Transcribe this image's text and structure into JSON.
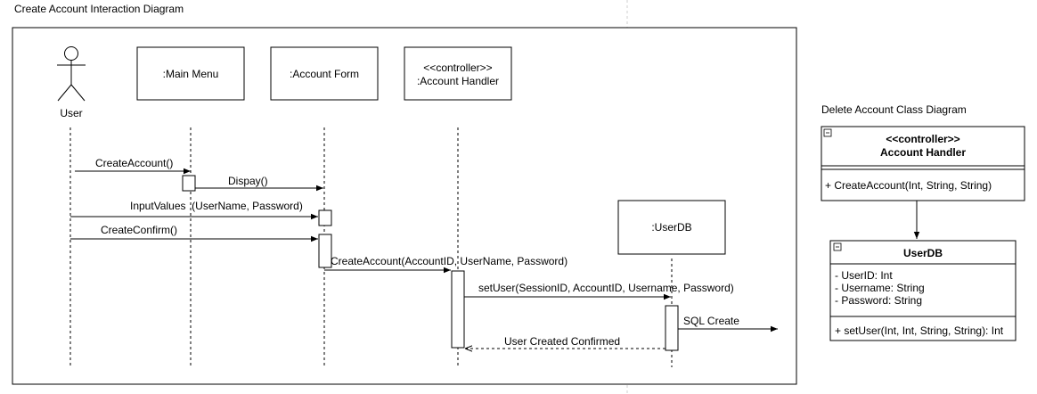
{
  "sequence": {
    "title": "Create Account Interaction Diagram",
    "actor": {
      "label": "User"
    },
    "lifelines": [
      {
        "id": "main_menu",
        "label": ":Main Menu"
      },
      {
        "id": "account_form",
        "label": ":Account Form"
      },
      {
        "id": "account_handler",
        "stereotype": "<<controller>>",
        "label": ":Account Handler"
      },
      {
        "id": "user_db",
        "label": ":UserDB"
      }
    ],
    "messages": [
      {
        "label": "CreateAccount()",
        "from": "User",
        "to": ":Main Menu",
        "kind": "sync"
      },
      {
        "label": "Dispay()",
        "from": ":Main Menu",
        "to": ":Account Form",
        "kind": "sync"
      },
      {
        "label": "InputValues  (UserName, Password)",
        "from": "User",
        "to": ":Account Form",
        "kind": "sync"
      },
      {
        "label": "CreateConfirm()",
        "from": "User",
        "to": ":Account Form",
        "kind": "sync"
      },
      {
        "label": "CreateAccount(AccountID, UserName, Password)",
        "from": ":Account Form",
        "to": ":Account Handler",
        "kind": "sync"
      },
      {
        "label": "setUser(SessionID, AccountID, Username, Password)",
        "from": ":Account Handler",
        "to": ":UserDB",
        "kind": "sync"
      },
      {
        "label": "SQL Create",
        "from": ":UserDB",
        "to": "",
        "kind": "sync"
      },
      {
        "label": "User Created Confirmed",
        "from": ":UserDB",
        "to": ":Account Handler",
        "kind": "return"
      }
    ]
  },
  "class_diagram": {
    "title": "Delete Account Class Diagram",
    "classes": [
      {
        "id": "account_handler",
        "stereotype": "<<controller>>",
        "name": "Account Handler",
        "attributes": [],
        "methods": [
          "+ CreateAccount(Int, String, String)"
        ]
      },
      {
        "id": "user_db",
        "stereotype": "",
        "name": "UserDB",
        "attributes": [
          "- UserID: Int",
          "- Username: String",
          "- Password: String"
        ],
        "methods": [
          "+ setUser(Int, Int, String, String): Int"
        ]
      }
    ],
    "collapse_glyph": "−"
  }
}
